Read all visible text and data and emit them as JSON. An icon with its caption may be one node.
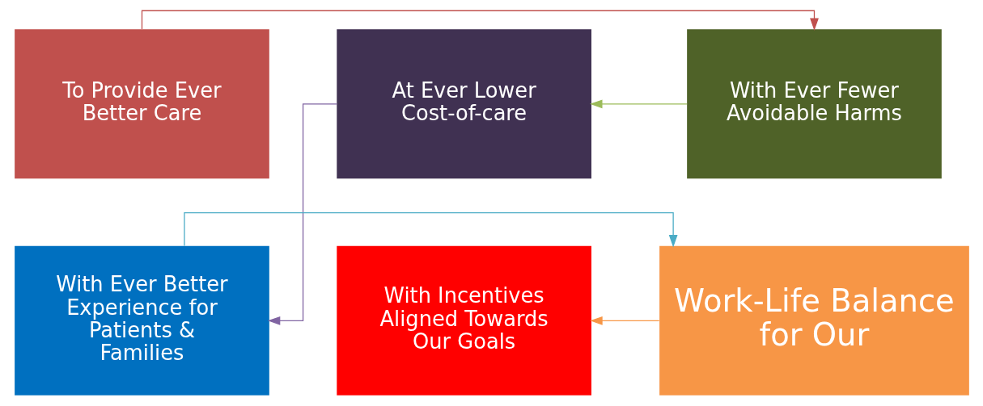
{
  "diagram": {
    "nodes": [
      {
        "text": [
          "To Provide Ever Better Care"
        ]
      },
      {
        "text": [
          "With Ever Fewer Avoidable Harms"
        ]
      },
      {
        "text": [
          "At Ever Lower Cost-of-care"
        ]
      },
      {
        "text": [
          "With Ever Better Experience for Patients & Families"
        ]
      },
      {
        "text": [
          "Work-Life Balance for Our"
        ]
      },
      {
        "text": [
          "With Incentives Aligned Towards Our Goals"
        ]
      }
    ],
    "edges": [
      {
        "from": 0,
        "to": 1,
        "arrow": "to",
        "color": "#c0504d"
      },
      {
        "from": 1,
        "to": 2,
        "arrow": "to",
        "color": "#9bbb59"
      },
      {
        "from": 2,
        "to": 3,
        "arrow": "to",
        "color": "#8064a2"
      },
      {
        "from": 3,
        "to": 4,
        "arrow": "to",
        "color": "#4bacc6"
      },
      {
        "from": 4,
        "to": 5,
        "arrow": "to",
        "color": "#f79646"
      }
    ]
  }
}
